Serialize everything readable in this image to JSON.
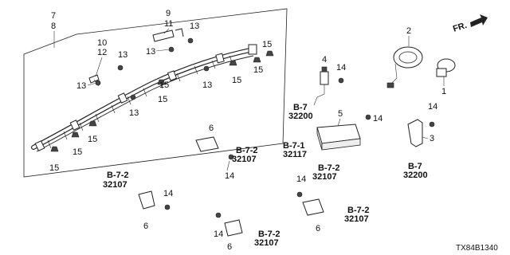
{
  "callouts": {
    "c7": "7",
    "c8": "8",
    "c9": "9",
    "c11": "11",
    "c10": "10",
    "c12": "12",
    "c13a": "13",
    "c13b": "13",
    "c13c": "13",
    "c13d": "13",
    "c13e": "13",
    "c13f": "13",
    "c15a": "15",
    "c15b": "15",
    "c15c": "15",
    "c15d": "15",
    "c15e": "15",
    "c15f": "15",
    "c15g": "15",
    "c15h": "15",
    "c2": "2",
    "c1": "1",
    "c4": "4",
    "c5": "5",
    "c3": "3",
    "c14a": "14",
    "c14b": "14",
    "c14c": "14",
    "c14d": "14",
    "c14e": "14",
    "c14f": "14",
    "c14g": "14",
    "c6a": "6",
    "c6b": "6",
    "c6c": "6",
    "c6d": "6"
  },
  "references": {
    "r1": {
      "ref": "B-7",
      "code": "32200"
    },
    "r2": {
      "ref": "B-7-1",
      "code": "32117"
    },
    "r3": {
      "ref": "B-7-2",
      "code": "32107"
    },
    "r4": {
      "ref": "B-7",
      "code": "32200"
    },
    "r5": {
      "ref": "B-7-2",
      "code": "32107"
    },
    "r6": {
      "ref": "B-7-2",
      "code": "32107"
    },
    "r7": {
      "ref": "B-7-2",
      "code": "32107"
    },
    "r8": {
      "ref": "B-7-2",
      "code": "32107"
    }
  },
  "direction_label": "FR.",
  "diagram_code": "TX84B1340",
  "colors": {
    "line": "#222222",
    "background": "#ffffff"
  },
  "icons": {
    "direction": "front-arrow-icon"
  }
}
